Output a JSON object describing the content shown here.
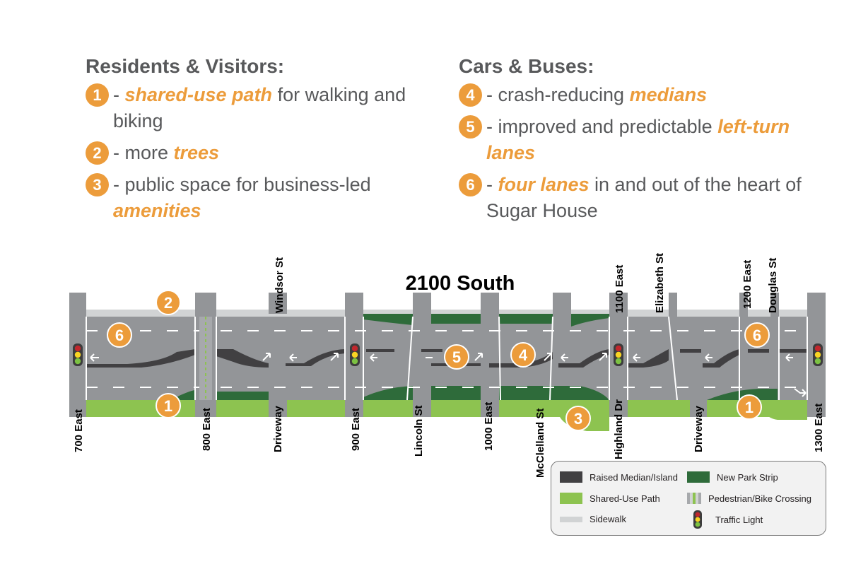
{
  "residents": {
    "heading": "Residents & Visitors:",
    "items": [
      {
        "num": "1",
        "pre": "- ",
        "hl": "shared-use path",
        "post": " for walking and biking"
      },
      {
        "num": "2",
        "pre": "- more ",
        "hl": "trees",
        "post": ""
      },
      {
        "num": "3",
        "pre": "- public space for business-led ",
        "hl": "amenities",
        "post": ""
      }
    ]
  },
  "cars": {
    "heading": "Cars & Buses:",
    "items": [
      {
        "num": "4",
        "pre": "- crash-reducing ",
        "hl": "medians",
        "post": ""
      },
      {
        "num": "5",
        "pre": "- improved and predictable ",
        "hl": "left-turn lanes",
        "post": ""
      },
      {
        "num": "6",
        "pre": "- ",
        "hl": "four lanes",
        "post": " in and out of the heart of Sugar House"
      }
    ]
  },
  "map": {
    "title": "2100 South",
    "bottom_streets": [
      "700 East",
      "800 East",
      "Driveway",
      "900 East",
      "Lincoln St",
      "1000 East",
      "McClelland St",
      "Highland Dr",
      "Driveway",
      "1300 East"
    ],
    "top_streets": [
      "Windsor St",
      "1100 East",
      "Elizabeth St",
      "1200 East",
      "Douglas St"
    ],
    "callouts": [
      "2",
      "6",
      "1",
      "5",
      "4",
      "3",
      "6",
      "1"
    ]
  },
  "legend": {
    "raised_median": "Raised Median/Island",
    "new_park_strip": "New Park Strip",
    "shared_use_path": "Shared-Use Path",
    "ped_bike_crossing": "Pedestrian/Bike Crossing",
    "sidewalk": "Sidewalk",
    "traffic_light": "Traffic Light"
  },
  "colors": {
    "accent": "#ec9c3b",
    "road": "#939598",
    "median": "#414042",
    "park_strip": "#2e6b3a",
    "shared_path": "#8dc350",
    "sidewalk": "#d1d3d4"
  }
}
